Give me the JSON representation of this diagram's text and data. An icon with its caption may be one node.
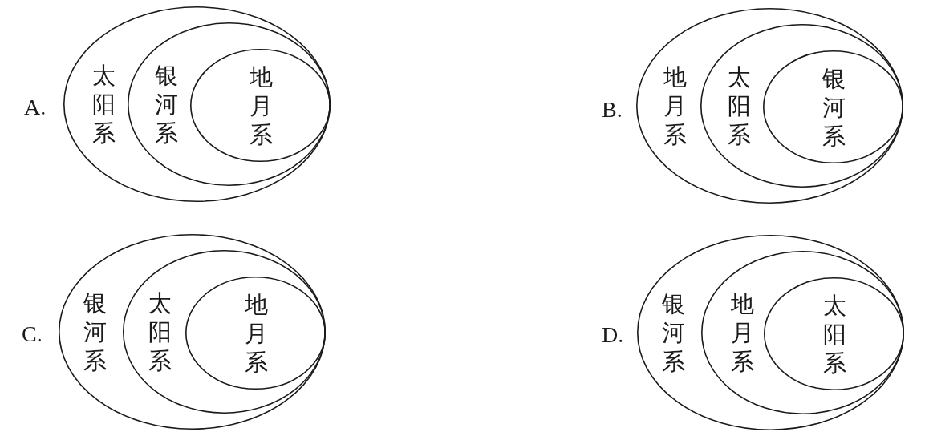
{
  "diagram": {
    "nodes": [
      {
        "text": [
          "太阳系"
        ]
      },
      {
        "text": [
          "银河系"
        ],
        "in": 0
      },
      {
        "text": [
          "地月系"
        ],
        "in": 1
      },
      {
        "text": [
          "地月系"
        ]
      },
      {
        "text": [
          "太阳系"
        ],
        "in": 3
      },
      {
        "text": [
          "银河系"
        ],
        "in": 4
      },
      {
        "text": [
          "银河系"
        ]
      },
      {
        "text": [
          "太阳系"
        ],
        "in": 6
      },
      {
        "text": [
          "地月系"
        ],
        "in": 7
      },
      {
        "text": [
          "银河系"
        ]
      },
      {
        "text": [
          "地月系"
        ],
        "in": 9
      },
      {
        "text": [
          "太阳系"
        ],
        "in": 10
      }
    ],
    "labels": [
      "A.",
      "B.",
      "C.",
      "D."
    ]
  }
}
